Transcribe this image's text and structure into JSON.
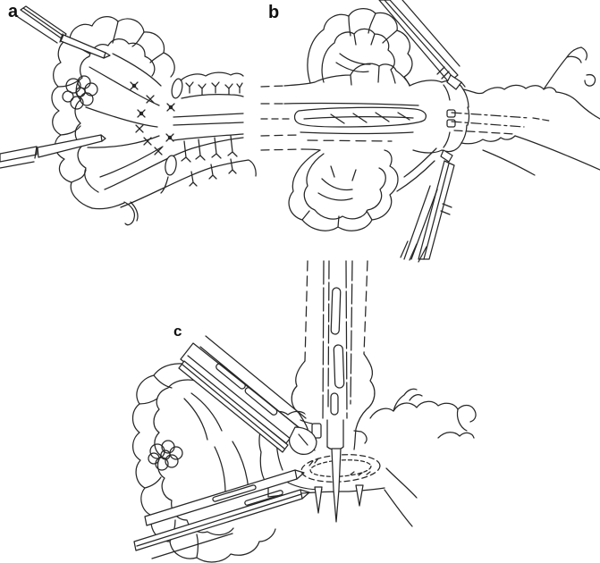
{
  "figure": {
    "background_color": "#ffffff",
    "line_color": "#262626",
    "panels": [
      {
        "id": "a",
        "label": "a"
      },
      {
        "id": "b",
        "label": "b"
      },
      {
        "id": "c",
        "label": "c"
      }
    ]
  }
}
